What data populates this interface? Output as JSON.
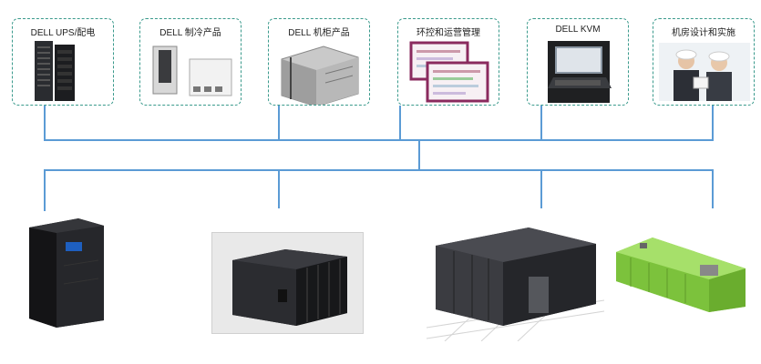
{
  "categories": [
    {
      "id": "ups",
      "label": "DELL UPS/配电",
      "icon": "ups-rack-icon"
    },
    {
      "id": "cool",
      "label": "DELL 制冷产品",
      "icon": "cooling-units-icon"
    },
    {
      "id": "rack",
      "label": "DELL 机柜产品",
      "icon": "cabinet-icon"
    },
    {
      "id": "mon",
      "label": "环控和运营管理",
      "icon": "management-software-icon"
    },
    {
      "id": "kvm",
      "label": "DELL KVM",
      "icon": "kvm-console-icon"
    },
    {
      "id": "svc",
      "label": "机房设计和实施",
      "icon": "engineers-icon"
    }
  ],
  "products": [
    {
      "id": "ups-cabinet",
      "icon": "ups-cabinet-icon"
    },
    {
      "id": "micro-datacenter",
      "icon": "micro-datacenter-icon"
    },
    {
      "id": "modular-datacenter",
      "icon": "modular-datacenter-icon"
    },
    {
      "id": "container-datacenter",
      "icon": "container-datacenter-icon"
    }
  ],
  "colors": {
    "connector": "#5b9bd5",
    "card_border": "#3a9a8c",
    "container_green": "#8fd14f"
  }
}
